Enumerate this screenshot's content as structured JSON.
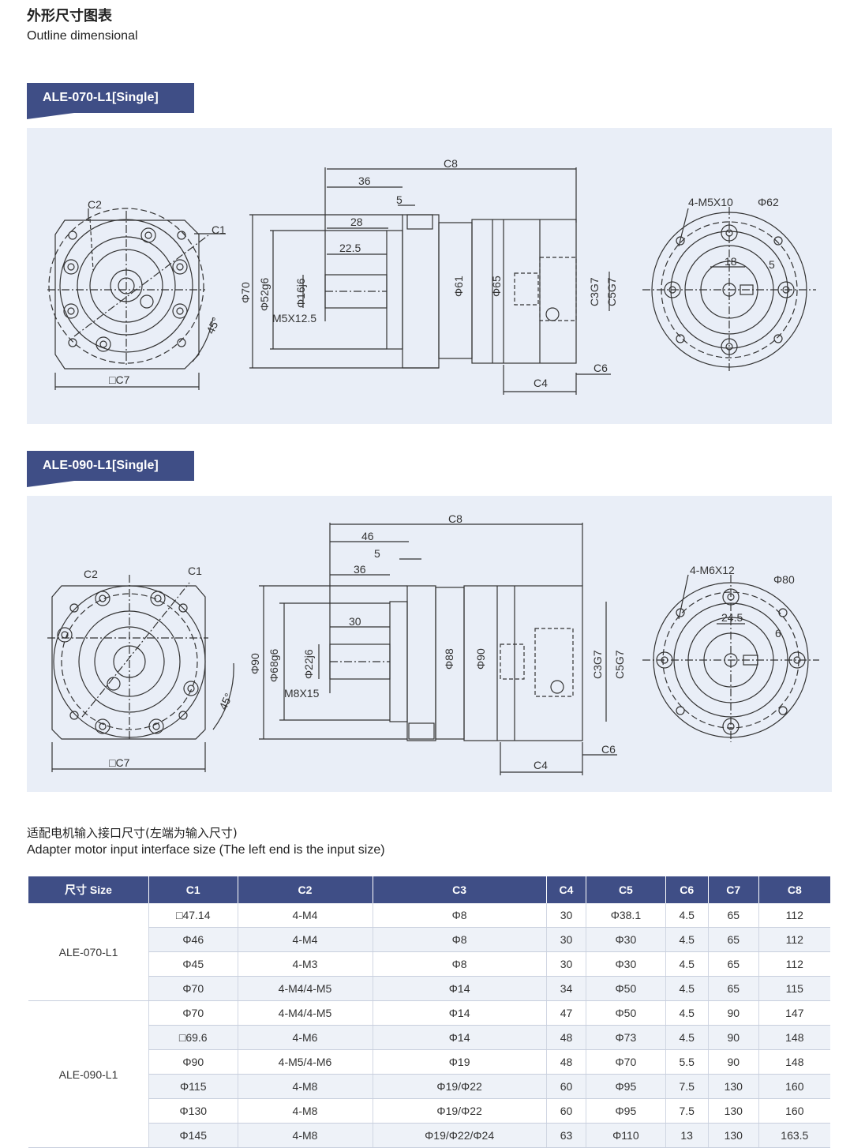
{
  "heading": {
    "zh": "外形尺寸图表",
    "en": "Outline dimensional"
  },
  "section1": {
    "tag": "ALE-070-L1[Single]",
    "front": {
      "c2": "C2",
      "c1": "C1",
      "angle": "45°",
      "c7": "□C7"
    },
    "side": {
      "c8": "C8",
      "d36": "36",
      "d5": "5",
      "d28": "28",
      "d225": "22.5",
      "phi70": "Φ70",
      "phi52": "Φ52g6",
      "phi16": "Φ16j6",
      "m": "M5X12.5",
      "phi61": "Φ61",
      "phi65": "Φ65",
      "c3": "C3G7",
      "c5": "C5G7",
      "c6": "C6",
      "c4": "C4"
    },
    "back": {
      "holes": "4-M5X10",
      "phi": "Φ62",
      "key": "18",
      "key2": "5"
    }
  },
  "section2": {
    "tag": "ALE-090-L1[Single]",
    "front": {
      "c2": "C2",
      "c1": "C1",
      "angle": "45°",
      "c7": "□C7"
    },
    "side": {
      "c8": "C8",
      "d46": "46",
      "d5": "5",
      "d36": "36",
      "d30": "30",
      "phi90": "Φ90",
      "phi68": "Φ68g6",
      "phi22": "Φ22j6",
      "m": "M8X15",
      "phi88": "Φ88",
      "phi90b": "Φ90",
      "c3": "C3G7",
      "c5": "C5G7",
      "c6": "C6",
      "c4": "C4"
    },
    "back": {
      "holes": "4-M6X12",
      "phi": "Φ80",
      "key": "24.5",
      "key2": "6"
    }
  },
  "table_title": {
    "zh": "适配电机输入接口尺寸(左端为输入尺寸)",
    "en": "Adapter motor input interface size (The left end is the input size)"
  },
  "table": {
    "headers": [
      "尺寸 Size",
      "C1",
      "C2",
      "C3",
      "C4",
      "C5",
      "C6",
      "C7",
      "C8"
    ],
    "groups": [
      {
        "model": "ALE-070-L1",
        "rows": [
          [
            "□47.14",
            "4-M4",
            "Φ8",
            "30",
            "Φ38.1",
            "4.5",
            "65",
            "112"
          ],
          [
            "Φ46",
            "4-M4",
            "Φ8",
            "30",
            "Φ30",
            "4.5",
            "65",
            "112"
          ],
          [
            "Φ45",
            "4-M3",
            "Φ8",
            "30",
            "Φ30",
            "4.5",
            "65",
            "112"
          ],
          [
            "Φ70",
            "4-M4/4-M5",
            "Φ14",
            "34",
            "Φ50",
            "4.5",
            "65",
            "115"
          ]
        ]
      },
      {
        "model": "ALE-090-L1",
        "rows": [
          [
            "Φ70",
            "4-M4/4-M5",
            "Φ14",
            "47",
            "Φ50",
            "4.5",
            "90",
            "147"
          ],
          [
            "□69.6",
            "4-M6",
            "Φ14",
            "48",
            "Φ73",
            "4.5",
            "90",
            "148"
          ],
          [
            "Φ90",
            "4-M5/4-M6",
            "Φ19",
            "48",
            "Φ70",
            "5.5",
            "90",
            "148"
          ],
          [
            "Φ115",
            "4-M8",
            "Φ19/Φ22",
            "60",
            "Φ95",
            "7.5",
            "130",
            "160"
          ],
          [
            "Φ130",
            "4-M8",
            "Φ19/Φ22",
            "60",
            "Φ95",
            "7.5",
            "130",
            "160"
          ],
          [
            "Φ145",
            "4-M8",
            "Φ19/Φ22/Φ24",
            "63",
            "Φ110",
            "13",
            "130",
            "163.5"
          ]
        ]
      }
    ]
  }
}
